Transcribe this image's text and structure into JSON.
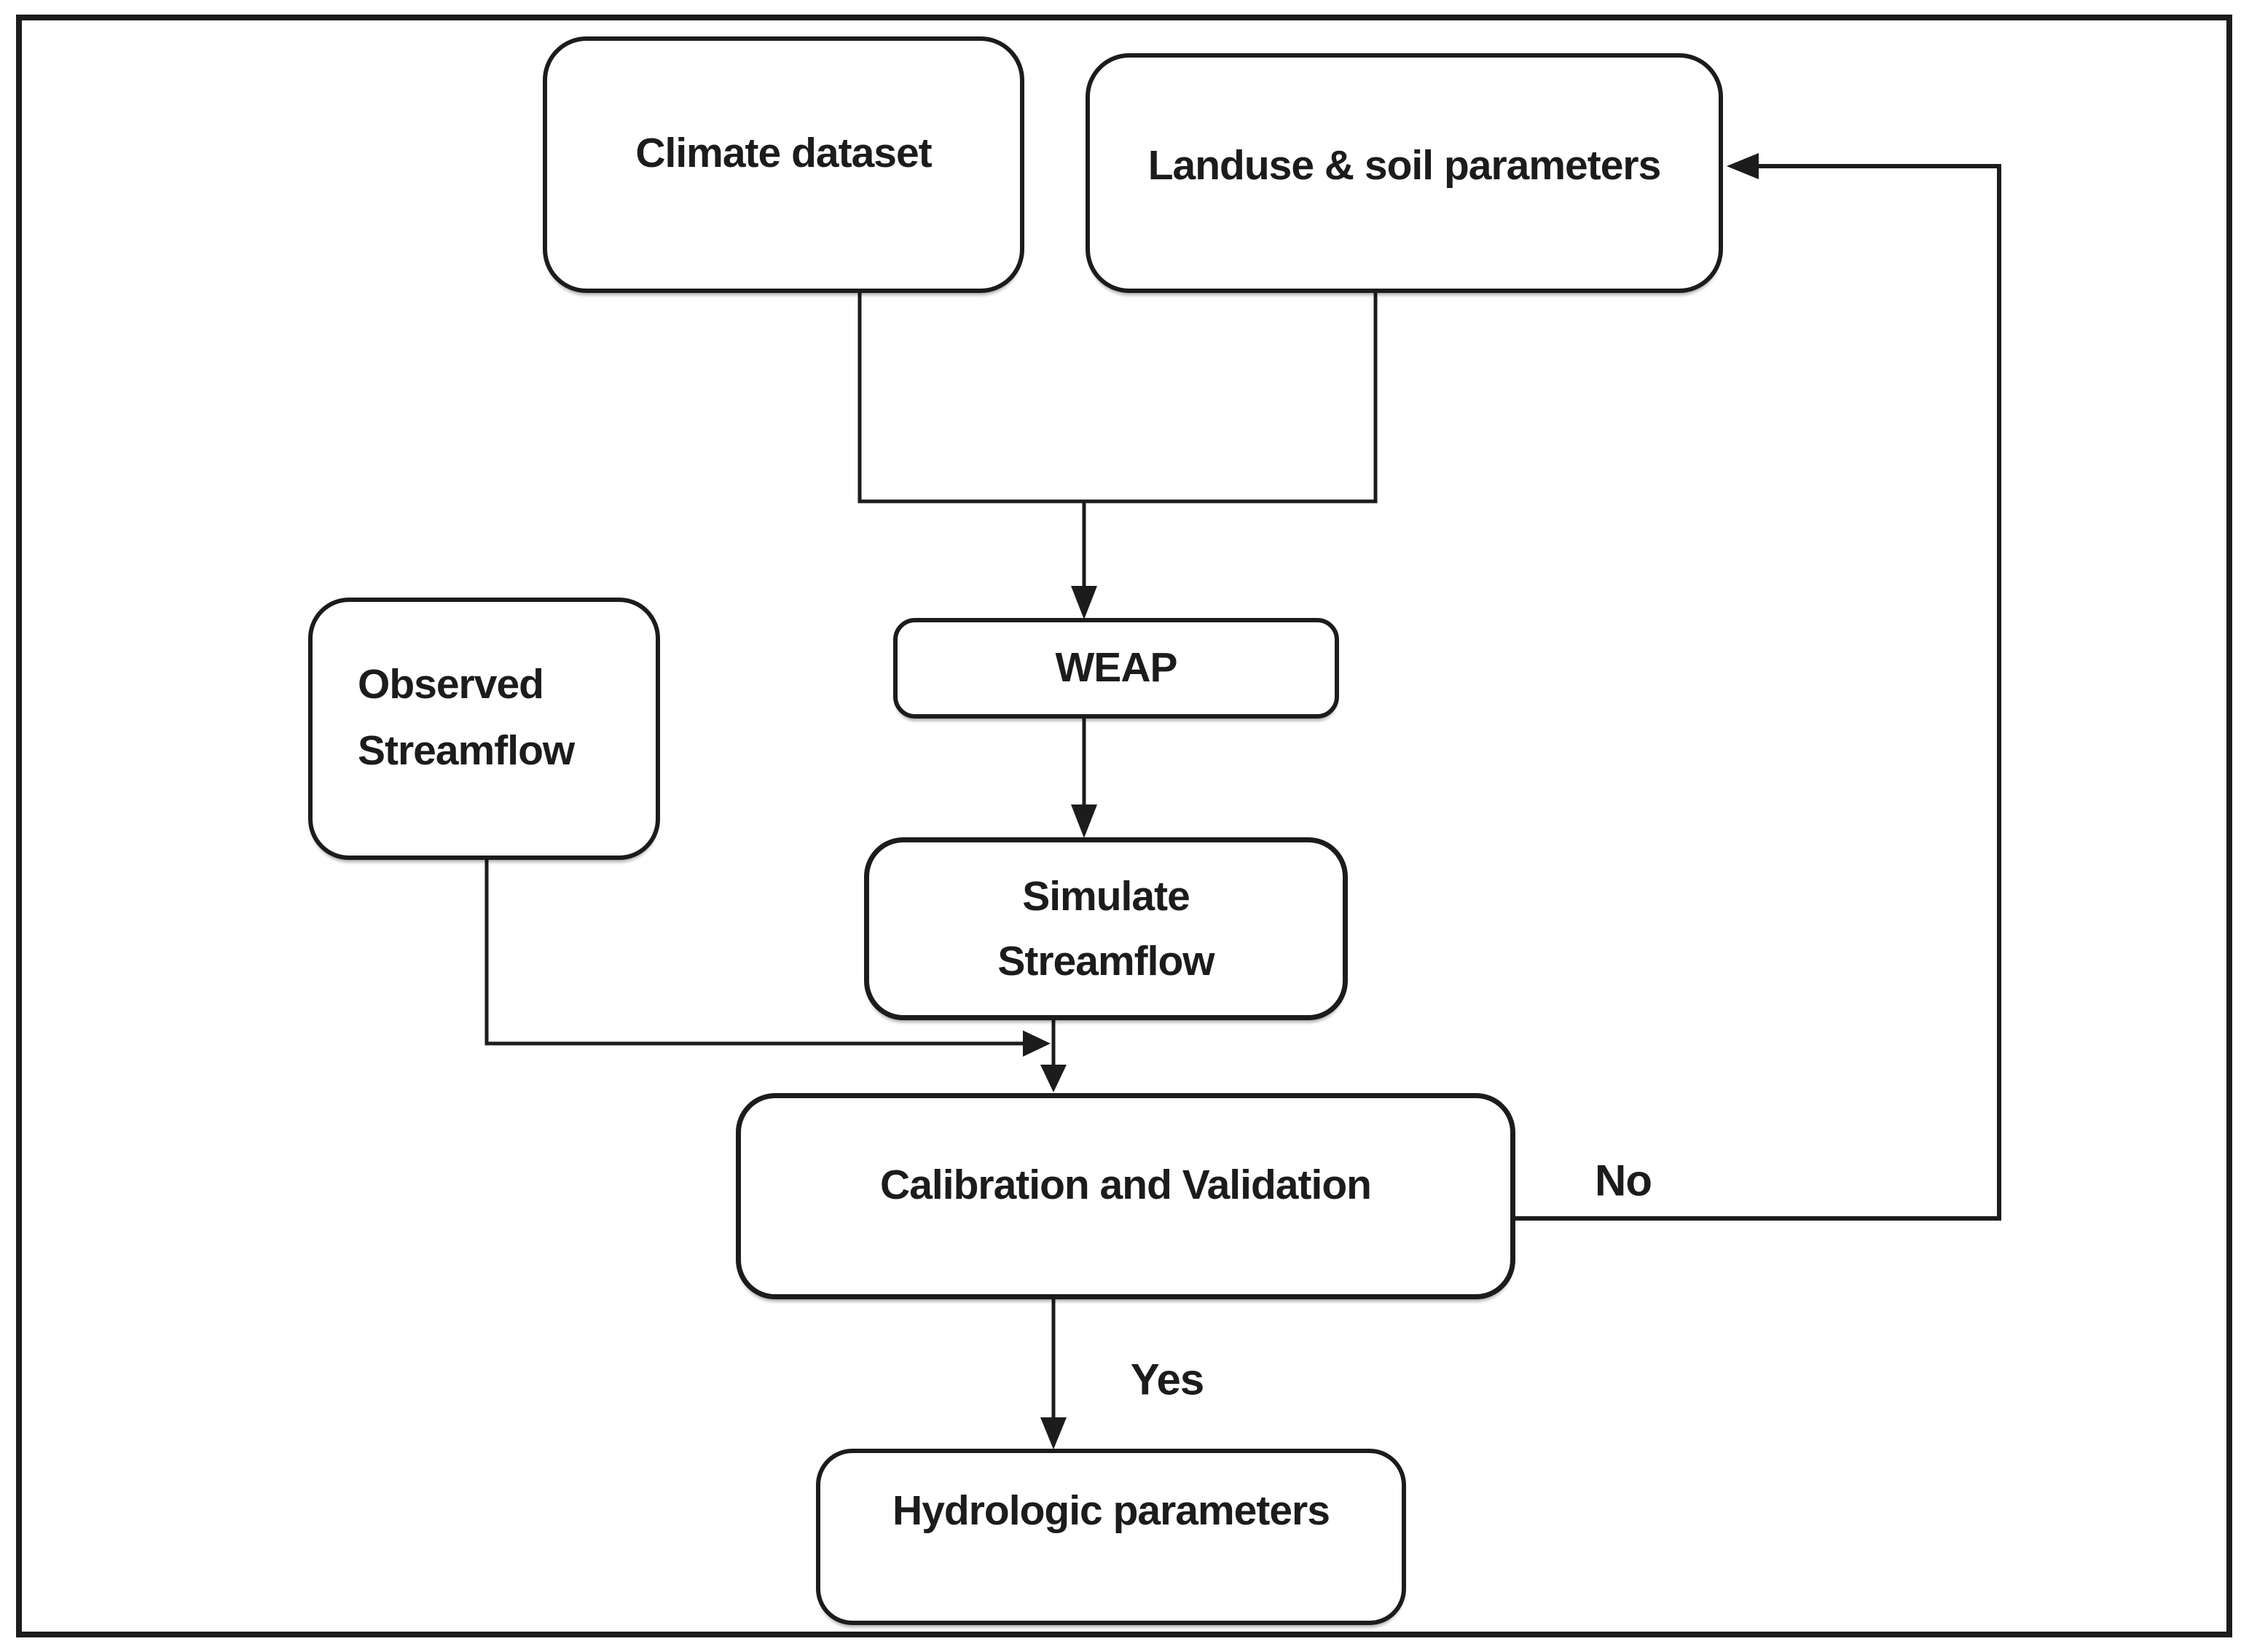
{
  "figure": {
    "type": "flowchart",
    "colors": {
      "ink": "#1c1c1c",
      "background": "#ffffff"
    },
    "nodes": {
      "climate": {
        "label": "Climate dataset"
      },
      "landuse": {
        "label": "Landuse & soil parameters"
      },
      "weap": {
        "label": "WEAP"
      },
      "simulate": {
        "line1": "Simulate",
        "line2": "Streamflow"
      },
      "observed": {
        "line1": "Observed",
        "line2": "Streamflow"
      },
      "calibration": {
        "label": "Calibration and Validation"
      },
      "hydrologic": {
        "label": "Hydrologic parameters"
      }
    },
    "edge_labels": {
      "no": "No",
      "yes": "Yes"
    },
    "edges": [
      "climate-dataset -> WEAP",
      "landuse-soil-parameters -> WEAP",
      "WEAP -> simulate-streamflow",
      "observed-streamflow -> calibration-and-validation",
      "simulate-streamflow -> calibration-and-validation",
      "calibration-and-validation -No-> landuse-soil-parameters",
      "calibration-and-validation -Yes-> hydrologic-parameters"
    ]
  }
}
